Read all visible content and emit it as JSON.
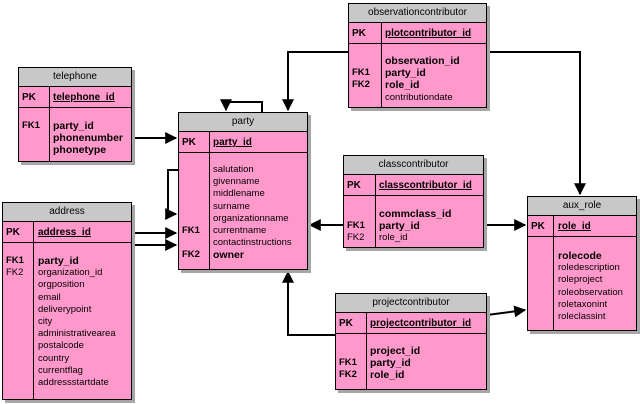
{
  "entities": {
    "telephone": {
      "title": "telephone",
      "pk_label": "PK",
      "pk": "telephone_id",
      "attrs": [
        {
          "tag": "FK1",
          "name": "party_id",
          "bold": true
        },
        {
          "tag": "",
          "name": "phonenumber",
          "bold": true
        },
        {
          "tag": "",
          "name": "phonetype",
          "bold": true
        }
      ]
    },
    "address": {
      "title": "address",
      "pk_label": "PK",
      "pk": "address_id",
      "attrs": [
        {
          "tag": "FK1",
          "name": "party_id",
          "bold": true
        },
        {
          "tag": "FK2",
          "name": "organization_id",
          "bold": false
        },
        {
          "tag": "",
          "name": "orgposition",
          "bold": false
        },
        {
          "tag": "",
          "name": "email",
          "bold": false
        },
        {
          "tag": "",
          "name": "deliverypoint",
          "bold": false
        },
        {
          "tag": "",
          "name": "city",
          "bold": false
        },
        {
          "tag": "",
          "name": "administrativearea",
          "bold": false
        },
        {
          "tag": "",
          "name": "postalcode",
          "bold": false
        },
        {
          "tag": "",
          "name": "country",
          "bold": false
        },
        {
          "tag": "",
          "name": "currentflag",
          "bold": false
        },
        {
          "tag": "",
          "name": "addressstartdate",
          "bold": false
        }
      ]
    },
    "party": {
      "title": "party",
      "pk_label": "PK",
      "pk": "party_id",
      "attrs": [
        {
          "tag": "",
          "name": "salutation",
          "bold": false
        },
        {
          "tag": "",
          "name": "givenname",
          "bold": false
        },
        {
          "tag": "",
          "name": "middlename",
          "bold": false
        },
        {
          "tag": "",
          "name": "surname",
          "bold": false
        },
        {
          "tag": "",
          "name": "organizationname",
          "bold": false
        },
        {
          "tag": "FK1",
          "name": "currentname",
          "bold": false
        },
        {
          "tag": "",
          "name": "contactinstructions",
          "bold": false
        },
        {
          "tag": "FK2",
          "name": "owner",
          "bold": true
        }
      ]
    },
    "observationcontributor": {
      "title": "observationcontributor",
      "pk_label": "PK",
      "pk": "plotcontributor_id",
      "attrs": [
        {
          "tag": "",
          "name": "observation_id",
          "bold": true
        },
        {
          "tag": "FK1",
          "name": "party_id",
          "bold": true
        },
        {
          "tag": "FK2",
          "name": "role_id",
          "bold": true
        },
        {
          "tag": "",
          "name": "contributiondate",
          "bold": false
        }
      ]
    },
    "classcontributor": {
      "title": "classcontributor",
      "pk_label": "PK",
      "pk": "classcontributor_id",
      "attrs": [
        {
          "tag": "",
          "name": "commclass_id",
          "bold": true
        },
        {
          "tag": "FK1",
          "name": "party_id",
          "bold": true
        },
        {
          "tag": "FK2",
          "name": "role_id",
          "bold": false
        }
      ]
    },
    "projectcontributor": {
      "title": "projectcontributor",
      "pk_label": "PK",
      "pk": "projectcontributor_id",
      "attrs": [
        {
          "tag": "",
          "name": "project_id",
          "bold": true
        },
        {
          "tag": "FK1",
          "name": "party_id",
          "bold": true
        },
        {
          "tag": "FK2",
          "name": "role_id",
          "bold": true
        }
      ]
    },
    "aux_role": {
      "title": "aux_role",
      "pk_label": "PK",
      "pk": "role_id",
      "attrs": [
        {
          "tag": "",
          "name": "rolecode",
          "bold": true
        },
        {
          "tag": "",
          "name": "roledescription",
          "bold": false
        },
        {
          "tag": "",
          "name": "roleproject",
          "bold": false
        },
        {
          "tag": "",
          "name": "roleobservation",
          "bold": false
        },
        {
          "tag": "",
          "name": "roletaxonint",
          "bold": false
        },
        {
          "tag": "",
          "name": "roleclassint",
          "bold": false
        }
      ]
    }
  },
  "colors": {
    "entity_fill": "#ff99cc",
    "header_fill": "#c8c8c8",
    "shadow": "#a6a6a6",
    "line": "#000000"
  }
}
